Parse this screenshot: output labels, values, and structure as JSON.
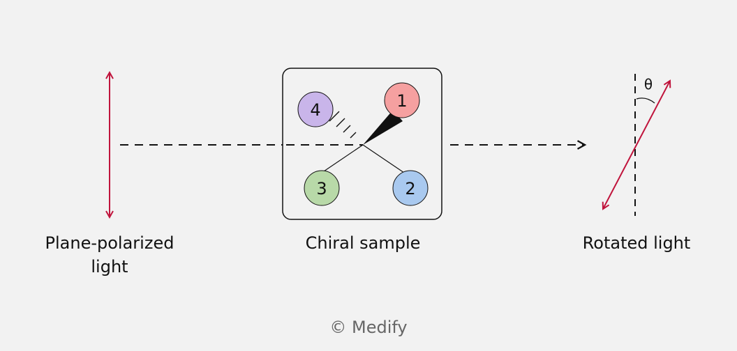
{
  "labels": {
    "left": "Plane-polarized\nlight",
    "middle": "Chiral sample",
    "right": "Rotated light"
  },
  "atoms": [
    {
      "id": "1",
      "color": "#f5a0a0"
    },
    {
      "id": "2",
      "color": "#a9c9ef"
    },
    {
      "id": "3",
      "color": "#b8d9a8"
    },
    {
      "id": "4",
      "color": "#c9b5ea"
    }
  ],
  "angle_symbol": "θ",
  "footer": "© Medify",
  "colors": {
    "arrow": "#c0143c",
    "line": "#111111"
  }
}
